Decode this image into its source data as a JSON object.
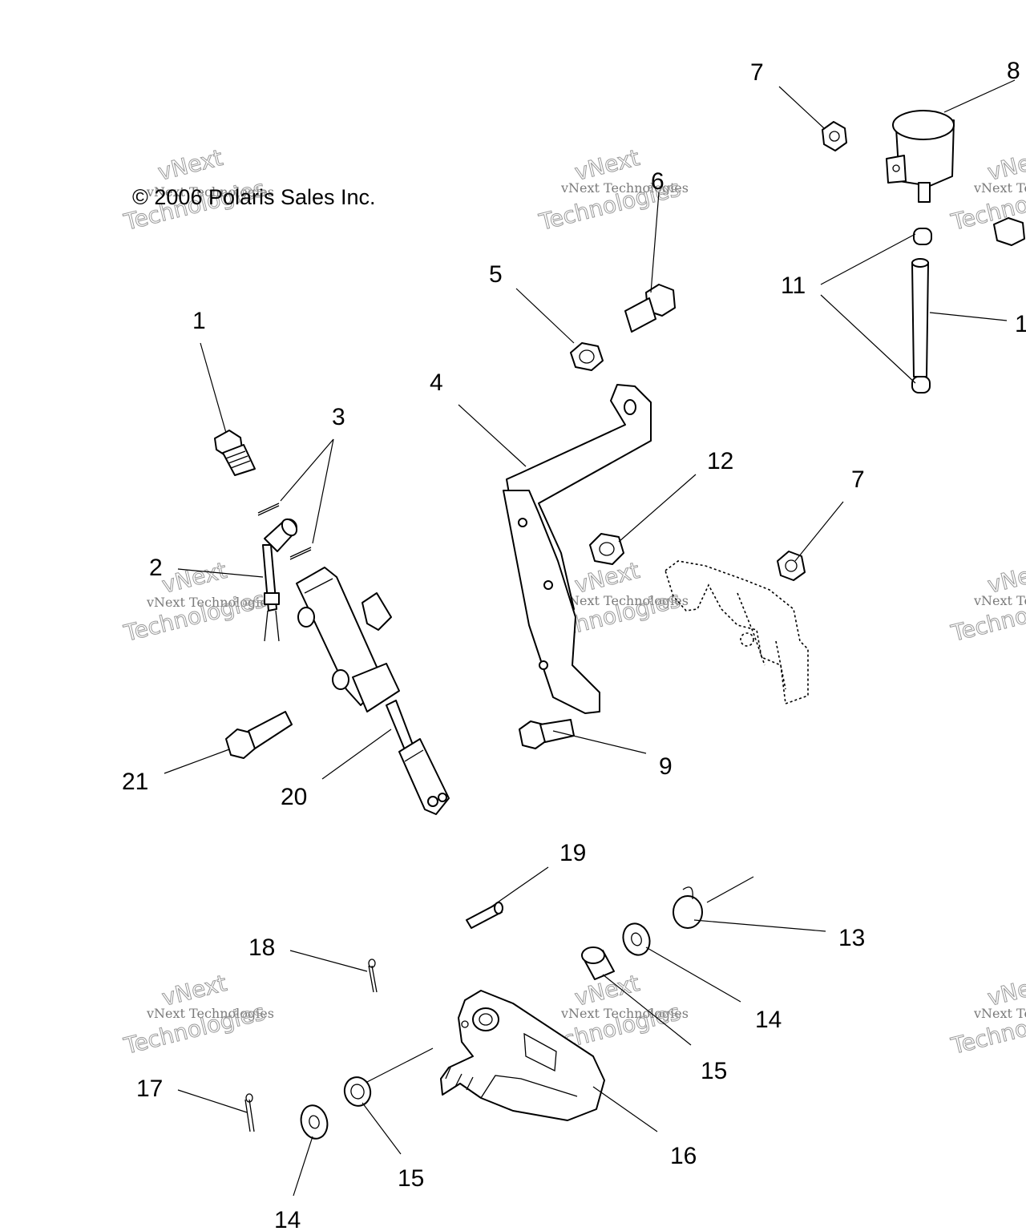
{
  "copyright": "© 2006 Polaris Sales Inc.",
  "watermark": {
    "line1": "vNext Technologies",
    "line2": "vNext",
    "line3": "Technologies"
  },
  "callouts": {
    "c1": "1",
    "c2": "2",
    "c3": "3",
    "c4": "4",
    "c5": "5",
    "c6": "6",
    "c7a": "7",
    "c7b": "7",
    "c8": "8",
    "c9": "9",
    "c10": "1",
    "c11": "11",
    "c12": "12",
    "c13": "13",
    "c14a": "14",
    "c14b": "14",
    "c15a": "15",
    "c15b": "15",
    "c16": "16",
    "c17": "17",
    "c18": "18",
    "c19": "19",
    "c20": "20",
    "c21": "21"
  }
}
